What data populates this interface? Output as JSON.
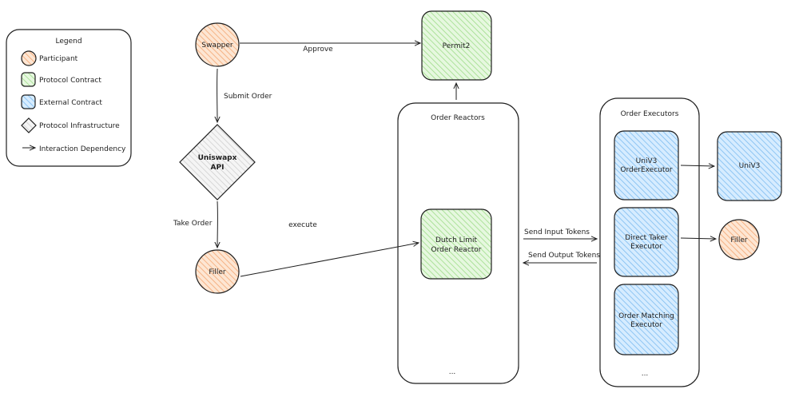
{
  "legend": {
    "title": "Legend",
    "items": [
      {
        "shape": "circle",
        "label": "Participant",
        "color": "#ffc9a0"
      },
      {
        "shape": "rounded-square",
        "label": "Protocol Contract",
        "color": "#c3f0b8"
      },
      {
        "shape": "rounded-square",
        "label": "External Contract",
        "color": "#a5d8ff"
      },
      {
        "shape": "diamond",
        "label": "Protocol Infrastructure",
        "color": "#e9ecef"
      },
      {
        "shape": "arrow",
        "label": "Interaction Dependency"
      }
    ]
  },
  "nodes": {
    "swapper": "Swapper",
    "permit2": "Permit2",
    "api_line1": "Uniswapx",
    "api_line2": "API",
    "filler": "Filler",
    "reactor_line1": "Dutch Limit",
    "reactor_line2": "Order Reactor",
    "univ3_executor_line1": "UniV3",
    "univ3_executor_line2": "OrderExecutor",
    "direct_taker_line1": "Direct Taker",
    "direct_taker_line2": "Executor",
    "matching_line1": "Order Matching",
    "matching_line2": "Executor",
    "univ3": "UniV3",
    "filler_external": "Filler"
  },
  "groups": {
    "reactors_title": "Order Reactors",
    "reactors_more": "...",
    "executors_title": "Order Executors",
    "executors_more": "..."
  },
  "edges": {
    "approve": "Approve",
    "submit_order": "Submit Order",
    "take_order": "Take Order",
    "execute": "execute",
    "send_input": "Send Input Tokens",
    "send_output": "Send Output Tokens"
  },
  "colors": {
    "participant": "#ffc9a0",
    "protocol_contract": "#c3f0b8",
    "external_contract": "#a5d8ff",
    "infrastructure": "#e9ecef"
  }
}
